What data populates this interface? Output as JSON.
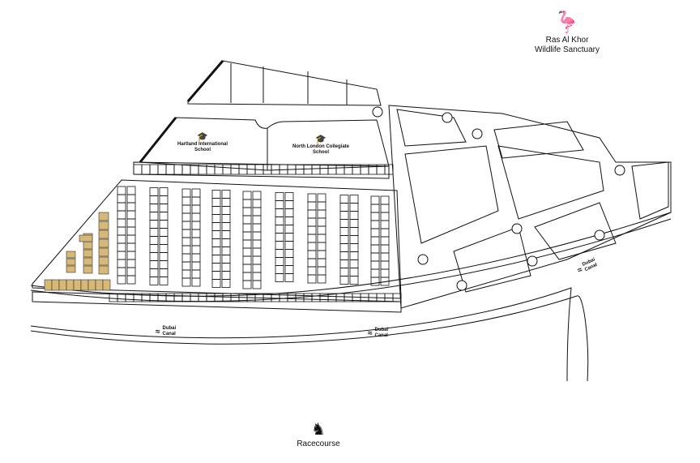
{
  "landmarks": {
    "sanctuary": {
      "line1": "Ras Al Khor",
      "line2": "Wildlife Sanctuary",
      "icon": "flamingo-icon"
    },
    "racecourse": {
      "label": "Racecourse",
      "icon": "horse-icon"
    }
  },
  "schools": [
    {
      "line1": "Hartland International",
      "line2": "School",
      "icon": "graduation-cap-icon"
    },
    {
      "line1": "North London Collegiate",
      "line2": "School",
      "icon": "graduation-cap-icon"
    }
  ],
  "canal": {
    "line1": "Dubai",
    "line2": "Canal",
    "icon": "water-waves-icon"
  },
  "colors": {
    "highlight_plot": "#d6b978",
    "line": "#111111",
    "background": "#ffffff"
  }
}
